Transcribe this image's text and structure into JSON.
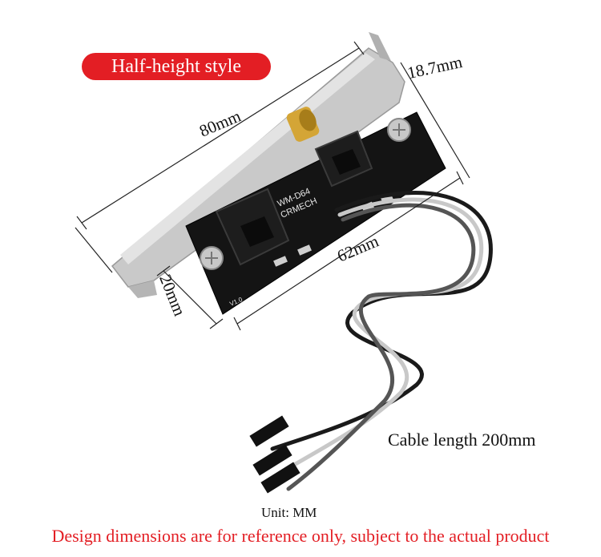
{
  "badge": {
    "label": "Half-height style",
    "color": "#e31e24"
  },
  "dimensions": {
    "length": "80mm",
    "bracket_depth": "18.7mm",
    "board_length": "62mm",
    "board_height": "20mm"
  },
  "board_markings": {
    "model": "WM-D64",
    "brand": "CRMECH",
    "version": "V1.0"
  },
  "cable": {
    "label": "Cable length 200mm"
  },
  "unit": {
    "label": "Unit: MM"
  },
  "disclaimer": {
    "text": "Design dimensions are for reference only, subject to the actual product",
    "color": "#e31e24"
  }
}
